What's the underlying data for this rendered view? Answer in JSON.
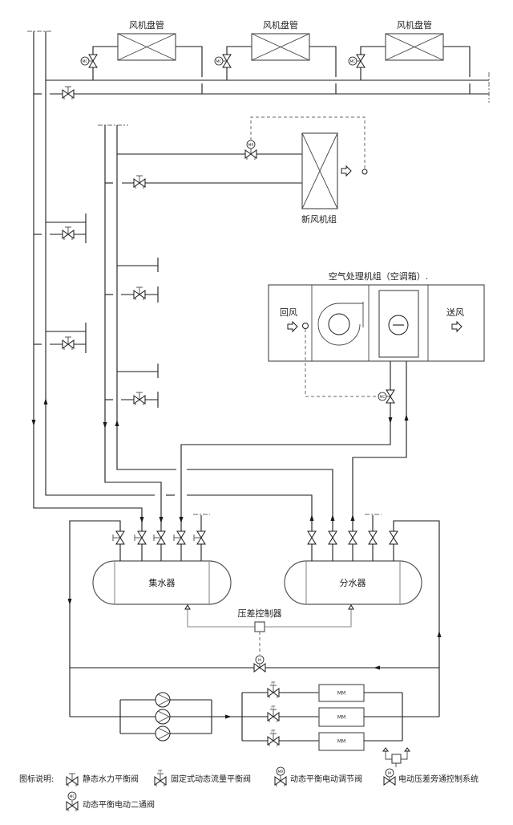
{
  "diagram": {
    "title": "HVAC chilled water system schematic",
    "fan_coils": [
      {
        "label": "风机盘管"
      },
      {
        "label": "风机盘管"
      },
      {
        "label": "风机盘管"
      }
    ],
    "fresh_air_unit": {
      "label": "新风机组"
    },
    "ahu": {
      "title": "空气处理机组（空调箱）.",
      "return_air": "回风",
      "supply_air": "送风"
    },
    "collector": {
      "label": "集水器"
    },
    "distributor": {
      "label": "分水器"
    },
    "dp_controller": {
      "label": "压差控制器"
    },
    "chillers": [
      {
        "label": "MM"
      },
      {
        "label": "MM"
      },
      {
        "label": "MM"
      }
    ],
    "pumps_count": 3,
    "valve_tags": {
      "mc": "MC",
      "mr": "MR",
      "ff": "FF",
      "m": "M"
    }
  },
  "legend": {
    "title": "图标说明:",
    "items": [
      {
        "symbol": "static-balancing-valve",
        "label": "静态水力平衡阀"
      },
      {
        "symbol": "fixed-dynamic-flow-balancing-valve",
        "label": "固定式动态流量平衡阀"
      },
      {
        "symbol": "dynamic-balancing-electric-regulating-valve",
        "label": "动态平衡电动调节阀"
      },
      {
        "symbol": "electric-differential-pressure-bypass-valve",
        "label": "电动压差旁通控制系统"
      },
      {
        "symbol": "dynamic-balancing-electric-two-way-valve",
        "label": "动态平衡电动二通阀"
      }
    ]
  },
  "colors": {
    "line": "#1a1a1a",
    "secondary_line": "#8a8a8a",
    "background": "#ffffff"
  }
}
